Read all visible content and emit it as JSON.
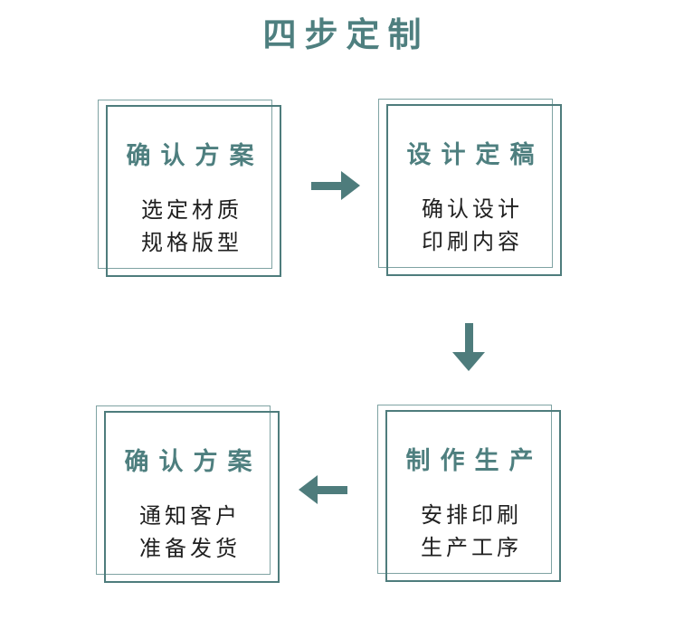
{
  "page": {
    "title": "四步定制"
  },
  "colors": {
    "accent_teal": "#4e7f7f",
    "frame_light": "#7fa3a3",
    "frame_dark": "#4e7c7c",
    "body_text": "#202020",
    "background": "#ffffff"
  },
  "steps": [
    {
      "title": "确认方案",
      "lines": [
        "选定材质",
        "规格版型"
      ]
    },
    {
      "title": "设计定稿",
      "lines": [
        "确认设计",
        "印刷内容"
      ]
    },
    {
      "title": "制作生产",
      "lines": [
        "安排印刷",
        "生产工序"
      ]
    },
    {
      "title": "确认方案",
      "lines": [
        "通知客户",
        "准备发货"
      ]
    }
  ],
  "arrows": [
    {
      "icon": "arrow-right"
    },
    {
      "icon": "arrow-down"
    },
    {
      "icon": "arrow-left"
    }
  ]
}
